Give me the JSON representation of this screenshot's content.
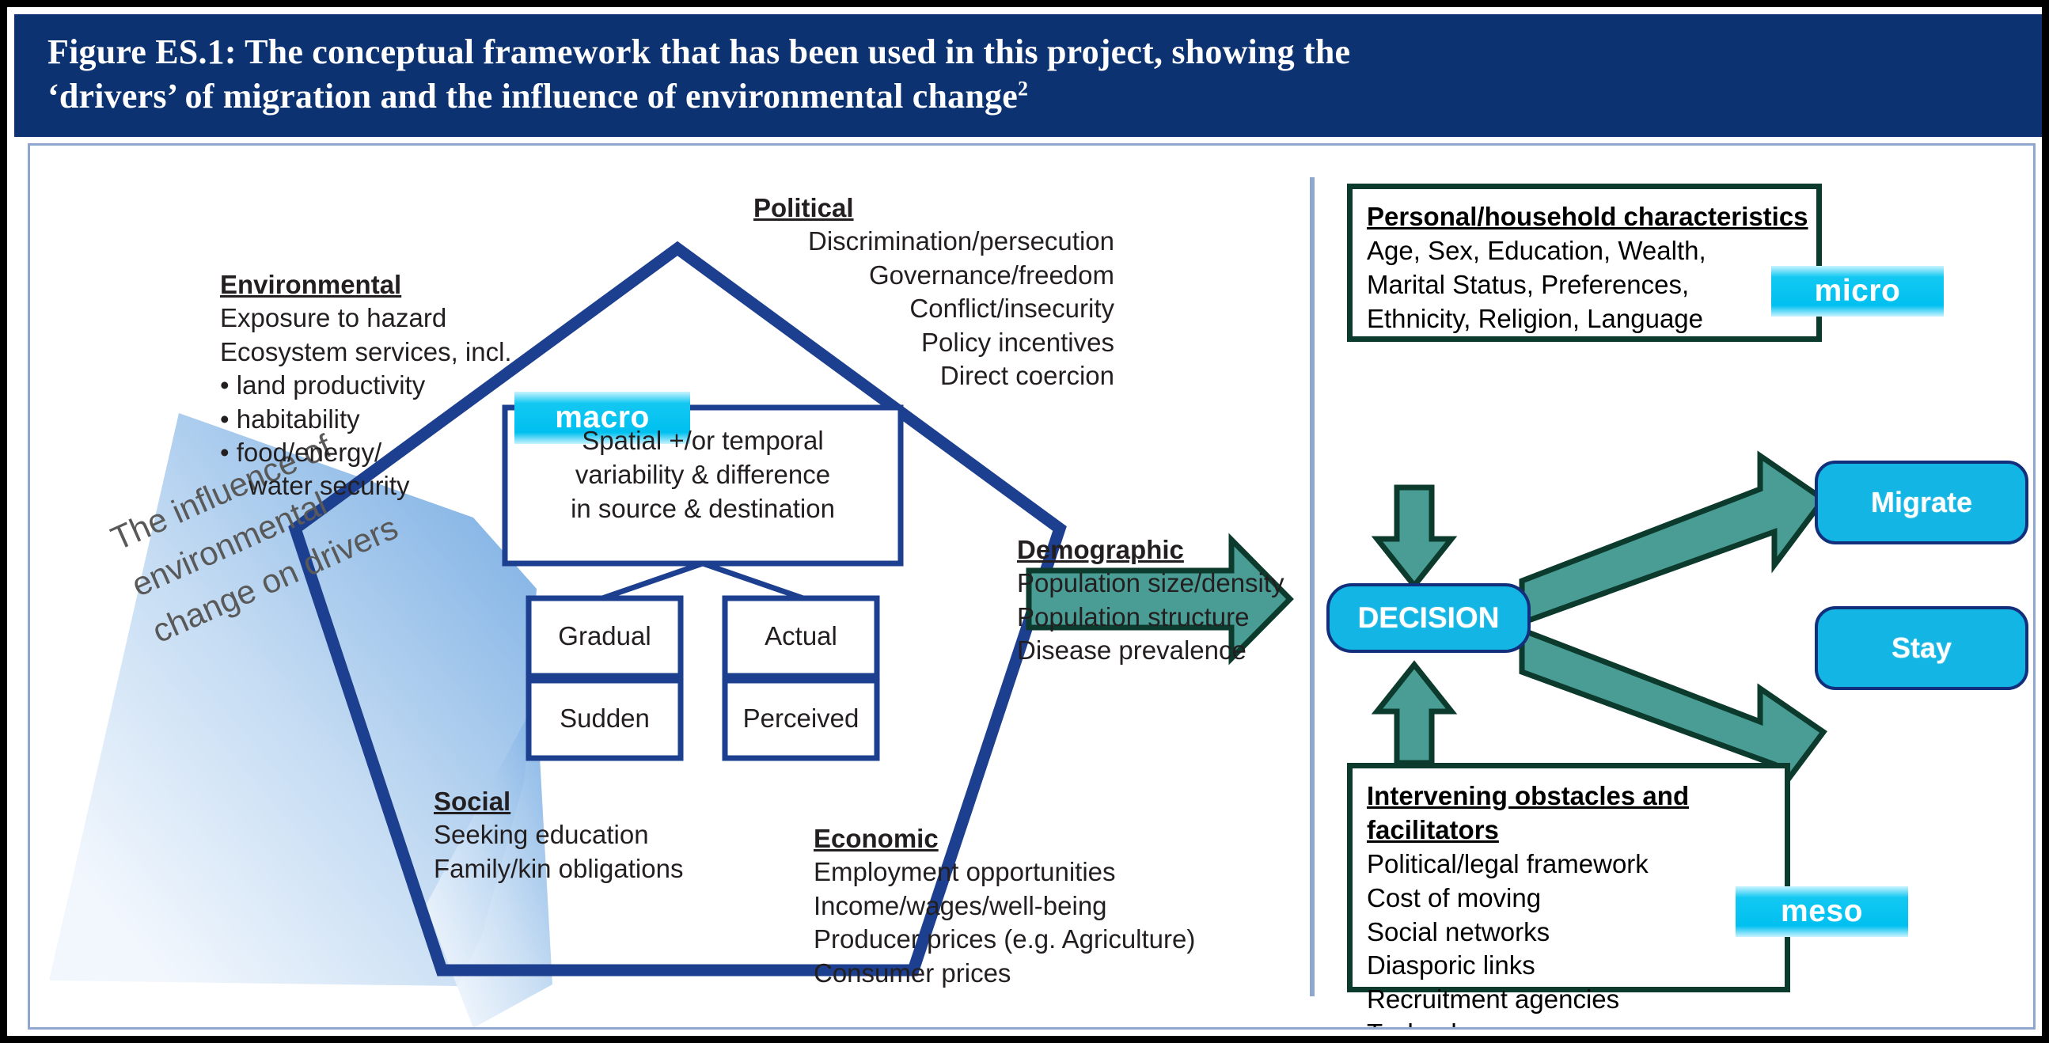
{
  "figure": {
    "title_line1": "Figure ES.1: The conceptual framework that has been used in this project, showing the",
    "title_line2": "‘drivers’ of migration and the influence of environmental change",
    "title_footnote": "2",
    "header_bg": "#0d3272",
    "frame_border": "#000000"
  },
  "colors": {
    "navy_pentagon": "#1d3f8f",
    "teal_arrow_fill": "#4a9d94",
    "teal_arrow_stroke": "#0c3b2e",
    "green_box_border": "#0c3b2e",
    "cyan_chip": "#00c0f0",
    "pill_fill": "#12b5e4",
    "pill_border": "#122f7b",
    "wedge_blue": "#9dc3e6",
    "divider": "#8fa7cf"
  },
  "scale_labels": {
    "macro": "macro",
    "micro": "micro",
    "meso": "meso"
  },
  "drivers": {
    "environmental": {
      "heading": "Environmental",
      "lines": [
        "Exposure to hazard",
        "Ecosystem services, incl."
      ],
      "bullets": [
        "land productivity",
        "habitability",
        "food/energy/"
      ],
      "bullet_continuation": "water security"
    },
    "political": {
      "heading": "Political",
      "lines": [
        "Discrimination/persecution",
        "Governance/freedom",
        "Conflict/insecurity",
        "Policy incentives",
        "Direct coercion"
      ]
    },
    "demographic": {
      "heading": "Demographic",
      "lines": [
        "Population size/density",
        "Population structure",
        "Disease prevalence"
      ]
    },
    "social": {
      "heading": "Social",
      "lines": [
        "Seeking education",
        "Family/kin obligations"
      ]
    },
    "economic": {
      "heading": "Economic",
      "lines": [
        "Employment opportunities",
        "Income/wages/well-being",
        "Producer prices (e.g. Agriculture)",
        "Consumer prices"
      ]
    }
  },
  "centre_box": {
    "lines": [
      "Spatial +/or temporal",
      "variability & difference",
      "in source & destination"
    ],
    "children": {
      "gradual": "Gradual",
      "actual": "Actual",
      "sudden": "Sudden",
      "perceived": "Perceived"
    }
  },
  "influence_wedge": {
    "lines": [
      "The influence of",
      "environmental",
      "change on drivers"
    ]
  },
  "right_panel": {
    "personal": {
      "heading": "Personal/household characteristics",
      "lines": [
        "Age, Sex, Education, Wealth,",
        "Marital Status, Preferences,",
        "Ethnicity, Religion, Language"
      ]
    },
    "decision": "DECISION",
    "outcomes": {
      "migrate": "Migrate",
      "stay": "Stay"
    },
    "obstacles": {
      "heading_line1": "Intervening obstacles and",
      "heading_line2": "facilitators",
      "lines": [
        "Political/legal framework",
        "Cost of moving",
        "Social networks",
        "Diasporic links",
        "Recruitment agencies",
        "Technology"
      ]
    }
  }
}
